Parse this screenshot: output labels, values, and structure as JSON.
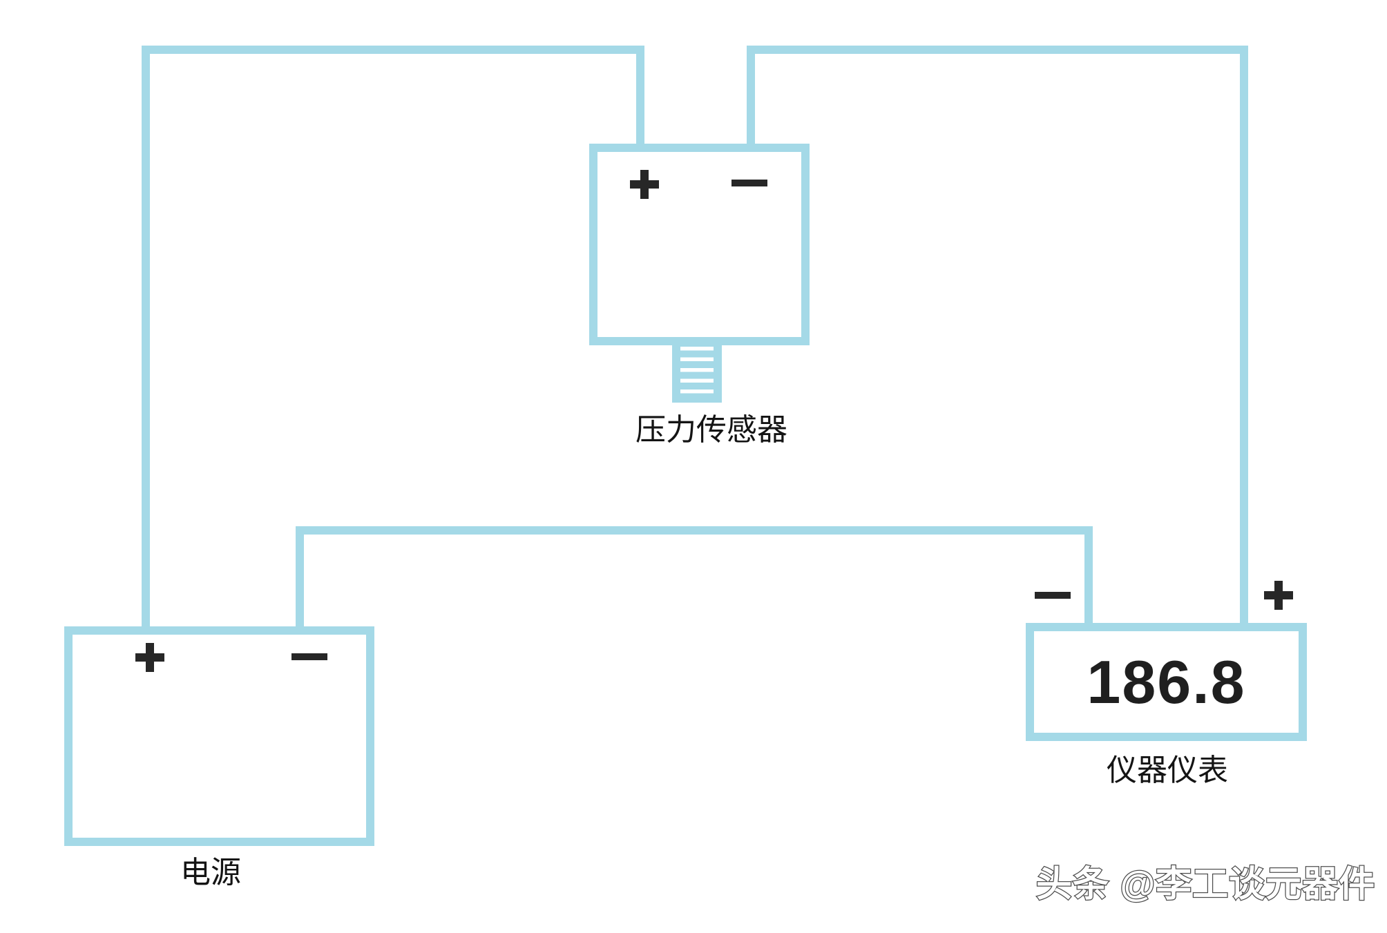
{
  "diagram": {
    "type": "circuit-wiring-diagram",
    "components": {
      "pressure_sensor": {
        "label": "压力传感器",
        "terminals": {
          "positive": "+",
          "negative": "−"
        },
        "features": [
          "threaded-stub-connector"
        ]
      },
      "power_supply": {
        "label": "电源",
        "terminals": {
          "positive": "+",
          "negative": "−"
        }
      },
      "instrument": {
        "label": "仪器仪表",
        "display_value": "186.8",
        "terminals": {
          "negative": "−",
          "positive": "+"
        }
      }
    },
    "connections": [
      {
        "from": "pressure_sensor.positive",
        "to": "power_supply.positive"
      },
      {
        "from": "pressure_sensor.negative",
        "to": "instrument.positive"
      },
      {
        "from": "power_supply.negative",
        "to": "instrument.negative"
      }
    ],
    "icons": {
      "positive_terminal": "plus-icon",
      "negative_terminal": "minus-icon"
    },
    "colors": {
      "wire": "#a4d9e7",
      "symbol": "#272727",
      "text": "#141414",
      "background": "#ffffff"
    },
    "watermark": "头条 @李工谈元器件"
  }
}
